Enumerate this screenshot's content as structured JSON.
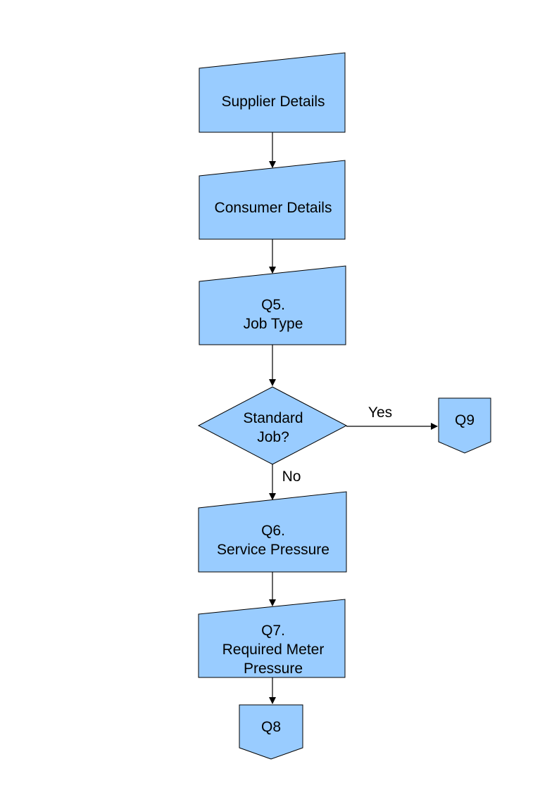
{
  "page": {
    "background": "#ffffff"
  },
  "colors": {
    "node_fill": "#99ccff",
    "node_border": "#000000",
    "text": "#000000",
    "connector": "#000000"
  },
  "flowchart": {
    "nodes": [
      {
        "id": "supplier-details",
        "shape": "manual-input",
        "lines": [
          "Supplier Details"
        ]
      },
      {
        "id": "consumer-details",
        "shape": "manual-input",
        "lines": [
          "Consumer Details"
        ]
      },
      {
        "id": "q5-job-type",
        "shape": "manual-input",
        "lines": [
          "Q5.",
          "Job Type"
        ]
      },
      {
        "id": "standard-job-decision",
        "shape": "decision-diamond",
        "lines": [
          "Standard",
          "Job?"
        ]
      },
      {
        "id": "q9-connector",
        "shape": "off-page-connector",
        "lines": [
          "Q9"
        ]
      },
      {
        "id": "q6-service-pressure",
        "shape": "manual-input",
        "lines": [
          "Q6.",
          "Service Pressure"
        ]
      },
      {
        "id": "q7-required-meter-pressure",
        "shape": "manual-input",
        "lines": [
          "Q7.",
          "Required Meter",
          "Pressure"
        ]
      },
      {
        "id": "q8-connector",
        "shape": "off-page-connector",
        "lines": [
          "Q8"
        ]
      }
    ],
    "edges": [
      {
        "from": "supplier-details",
        "to": "consumer-details",
        "label": ""
      },
      {
        "from": "consumer-details",
        "to": "q5-job-type",
        "label": ""
      },
      {
        "from": "q5-job-type",
        "to": "standard-job-decision",
        "label": ""
      },
      {
        "from": "standard-job-decision",
        "to": "q9-connector",
        "label": "Yes"
      },
      {
        "from": "standard-job-decision",
        "to": "q6-service-pressure",
        "label": "No"
      },
      {
        "from": "q6-service-pressure",
        "to": "q7-required-meter-pressure",
        "label": ""
      },
      {
        "from": "q7-required-meter-pressure",
        "to": "q8-connector",
        "label": ""
      }
    ]
  }
}
